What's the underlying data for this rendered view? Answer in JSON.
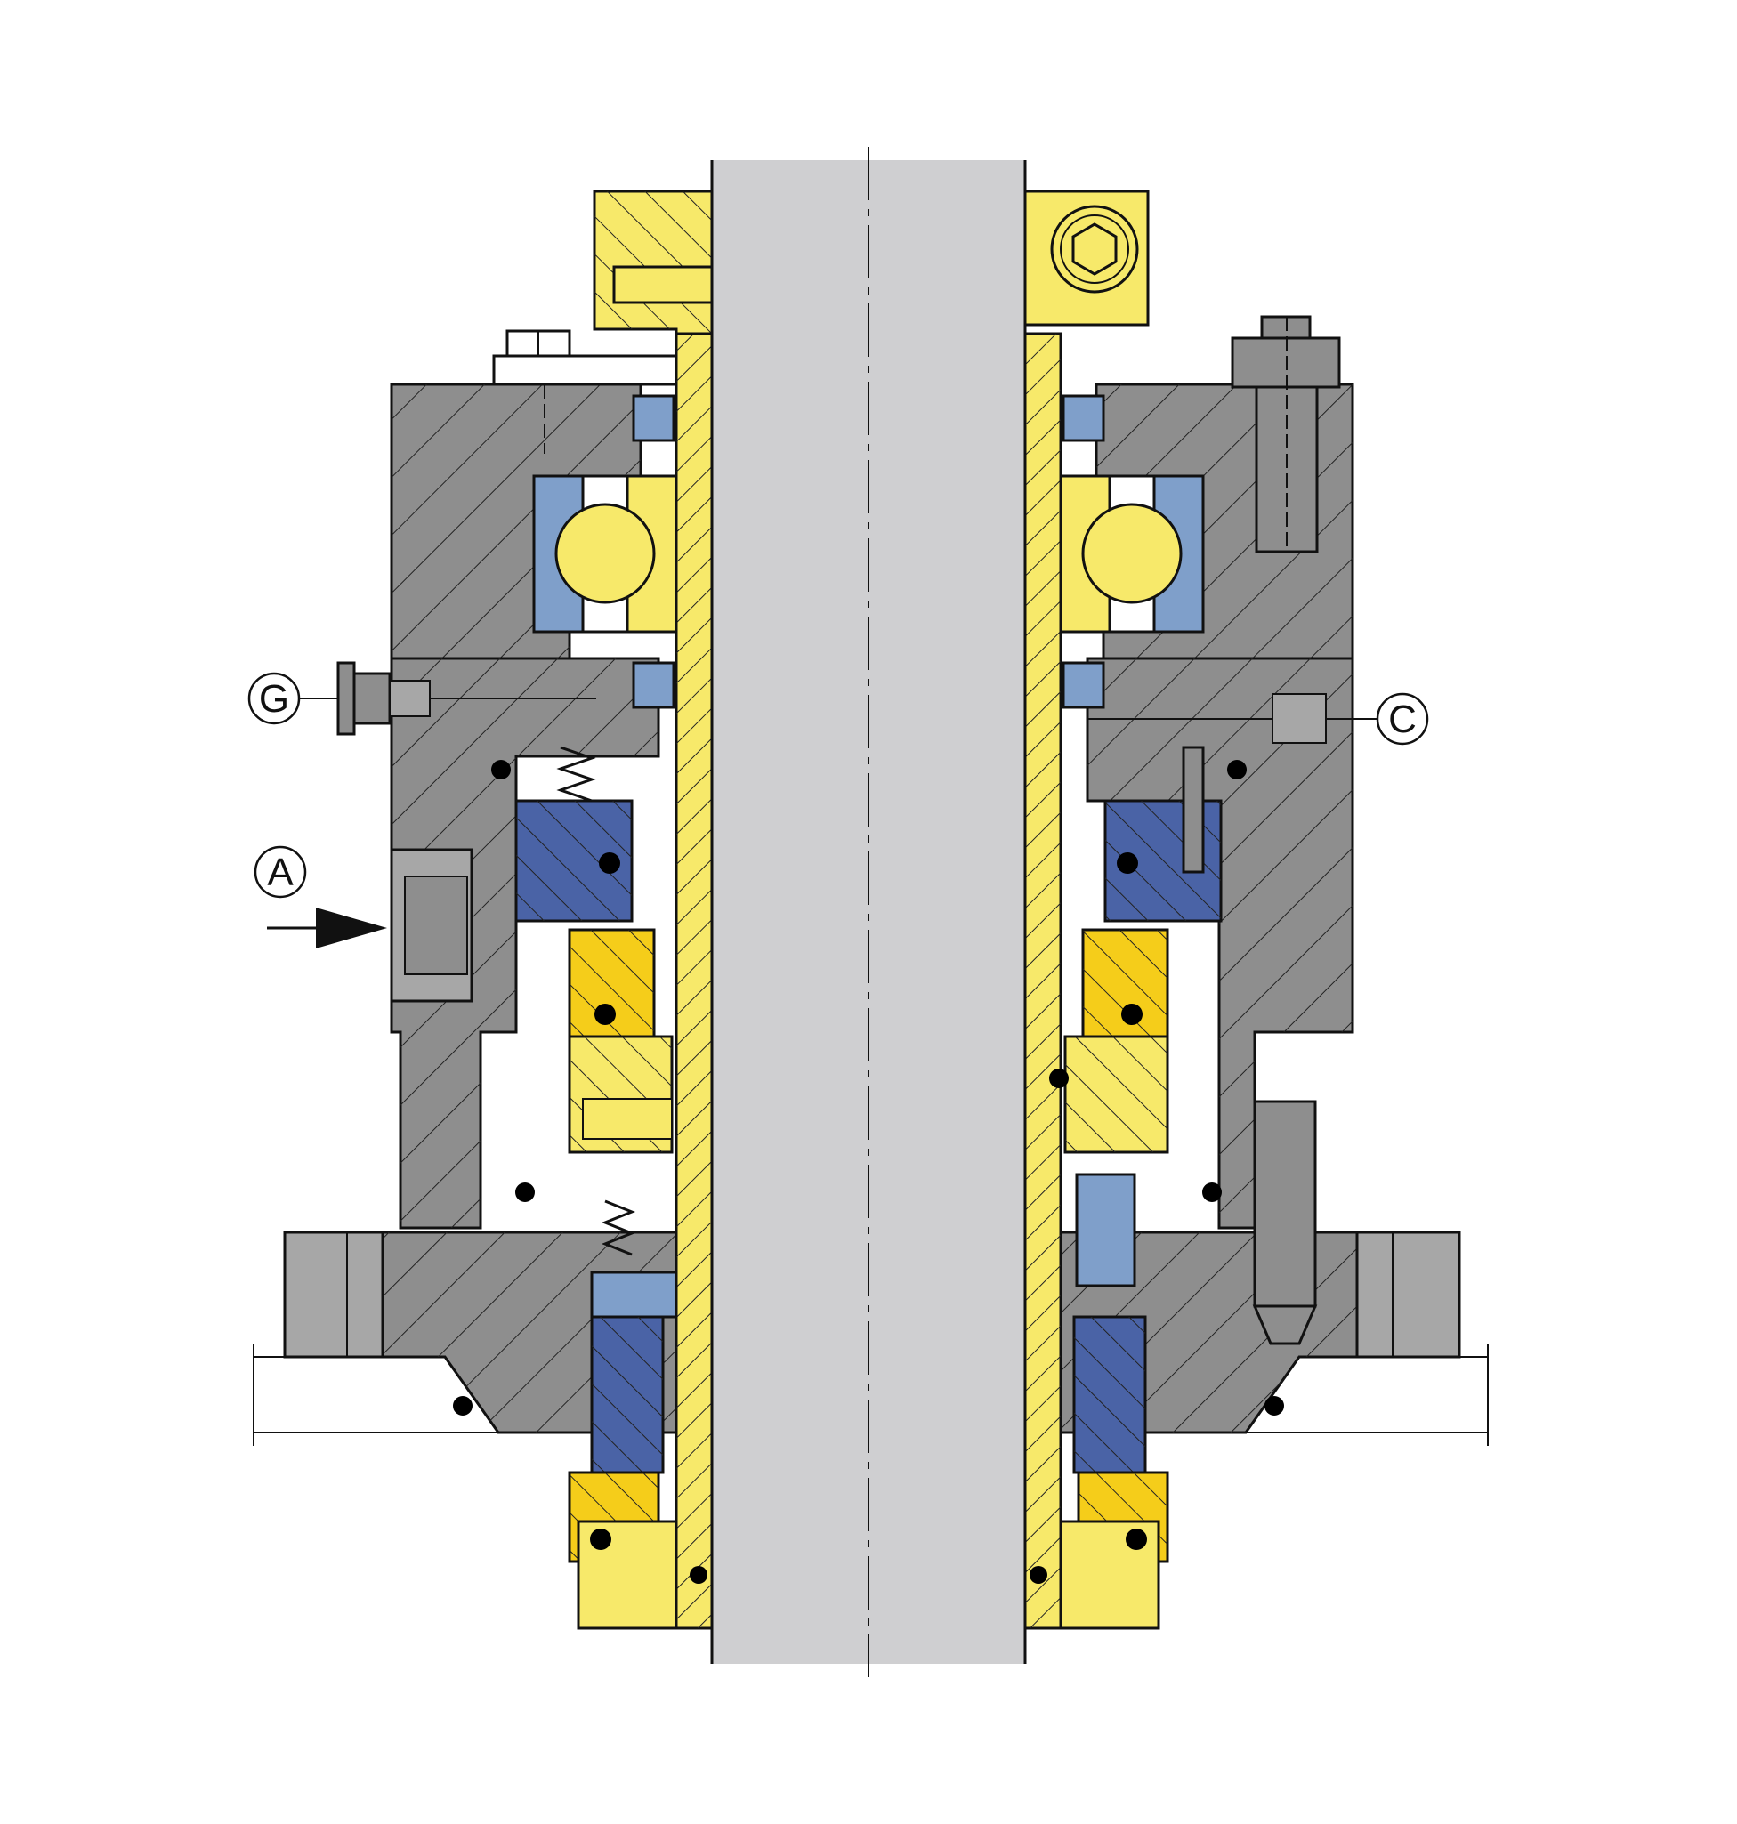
{
  "diagram": {
    "labels": {
      "g": "G",
      "c": "C",
      "a": "A"
    },
    "colors": {
      "housing": "#8e8e8e",
      "housing_light": "#a7a7a7",
      "sleeve": "#f7e96a",
      "rotor": "#f5cd1a",
      "seal_blue": "#4a63a6",
      "light_blue": "#7f9fca",
      "shaft": "#cfcfd1",
      "line": "#111111",
      "elastomer": "#000000"
    }
  }
}
